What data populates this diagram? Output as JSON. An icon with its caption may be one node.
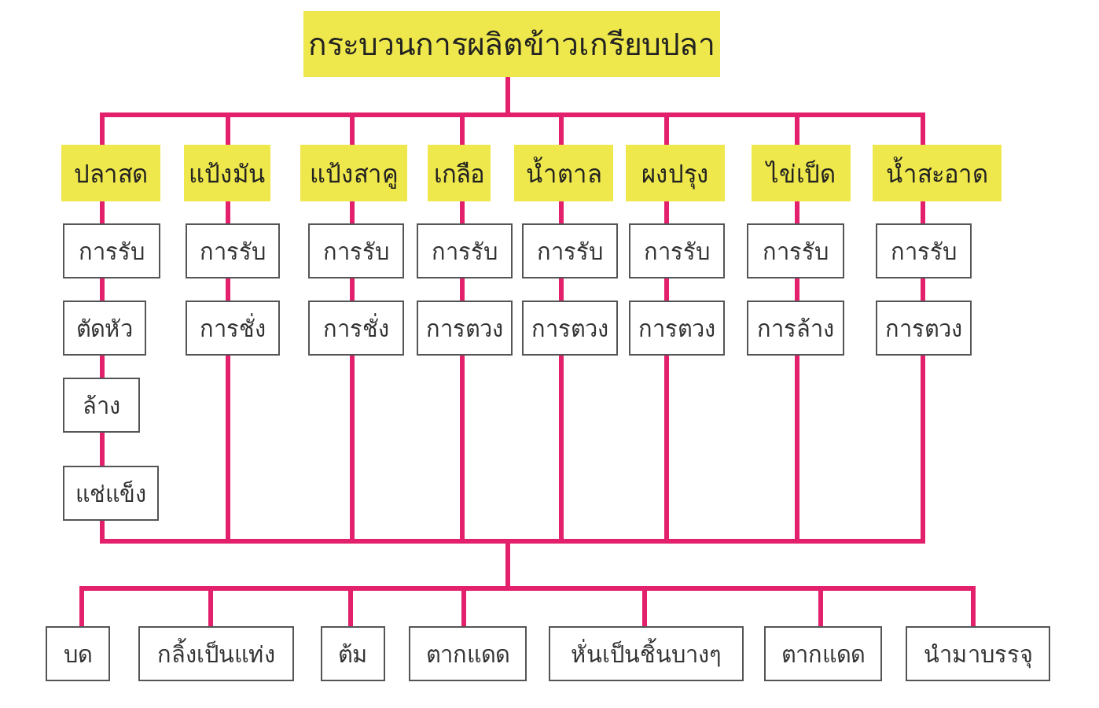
{
  "diagram": {
    "nodes": [
      {
        "text": [
          "กระบวนการผลิตข้าวเกรียบปลา"
        ]
      },
      {
        "text": [
          "ปลาสด"
        ]
      },
      {
        "text": [
          "แป้งมัน"
        ]
      },
      {
        "text": [
          "แป้งสาคู"
        ]
      },
      {
        "text": [
          "เกลือ"
        ]
      },
      {
        "text": [
          "น้ำตาล"
        ]
      },
      {
        "text": [
          "ผงปรุง"
        ]
      },
      {
        "text": [
          "ไข่เป็ด"
        ]
      },
      {
        "text": [
          "น้ำสะอาด"
        ]
      },
      {
        "text": [
          "การรับ"
        ]
      },
      {
        "text": [
          "การรับ"
        ]
      },
      {
        "text": [
          "การรับ"
        ]
      },
      {
        "text": [
          "การรับ"
        ]
      },
      {
        "text": [
          "การรับ"
        ]
      },
      {
        "text": [
          "การรับ"
        ]
      },
      {
        "text": [
          "การรับ"
        ]
      },
      {
        "text": [
          "การรับ"
        ]
      },
      {
        "text": [
          "ตัดหัว"
        ]
      },
      {
        "text": [
          "การชั่ง"
        ]
      },
      {
        "text": [
          "การชั่ง"
        ]
      },
      {
        "text": [
          "การตวง"
        ]
      },
      {
        "text": [
          "การตวง"
        ]
      },
      {
        "text": [
          "การตวง"
        ]
      },
      {
        "text": [
          "การล้าง"
        ]
      },
      {
        "text": [
          "การตวง"
        ]
      },
      {
        "text": [
          "ล้าง"
        ]
      },
      {
        "text": [
          "แช่แข็ง"
        ]
      },
      {
        "text": [
          "บด"
        ]
      },
      {
        "text": [
          "กลิ้งเป็นแท่ง"
        ]
      },
      {
        "text": [
          "ต้ม"
        ]
      },
      {
        "text": [
          "ตากแดด"
        ]
      },
      {
        "text": [
          "หั่นเป็นชิ้นบางๆ"
        ]
      },
      {
        "text": [
          "ตากแดด"
        ]
      },
      {
        "text": [
          "นำมาบรรจุ"
        ]
      }
    ],
    "edges": [
      {
        "from": 0,
        "to": 1,
        "arrow": "none"
      },
      {
        "from": 0,
        "to": 2,
        "arrow": "none"
      },
      {
        "from": 0,
        "to": 3,
        "arrow": "none"
      },
      {
        "from": 0,
        "to": 4,
        "arrow": "none"
      },
      {
        "from": 0,
        "to": 5,
        "arrow": "none"
      },
      {
        "from": 0,
        "to": 6,
        "arrow": "none"
      },
      {
        "from": 0,
        "to": 7,
        "arrow": "none"
      },
      {
        "from": 0,
        "to": 8,
        "arrow": "none"
      },
      {
        "from": 1,
        "to": 9,
        "arrow": "none"
      },
      {
        "from": 9,
        "to": 17,
        "arrow": "none"
      },
      {
        "from": 17,
        "to": 25,
        "arrow": "none"
      },
      {
        "from": 25,
        "to": 26,
        "arrow": "none"
      },
      {
        "from": 2,
        "to": 10,
        "arrow": "none"
      },
      {
        "from": 10,
        "to": 18,
        "arrow": "none"
      },
      {
        "from": 3,
        "to": 11,
        "arrow": "none"
      },
      {
        "from": 11,
        "to": 19,
        "arrow": "none"
      },
      {
        "from": 4,
        "to": 12,
        "arrow": "none"
      },
      {
        "from": 12,
        "to": 20,
        "arrow": "none"
      },
      {
        "from": 5,
        "to": 13,
        "arrow": "none"
      },
      {
        "from": 13,
        "to": 21,
        "arrow": "none"
      },
      {
        "from": 6,
        "to": 14,
        "arrow": "none"
      },
      {
        "from": 14,
        "to": 22,
        "arrow": "none"
      },
      {
        "from": 7,
        "to": 15,
        "arrow": "none"
      },
      {
        "from": 15,
        "to": 23,
        "arrow": "none"
      },
      {
        "from": 8,
        "to": 16,
        "arrow": "none"
      },
      {
        "from": 16,
        "to": 24,
        "arrow": "none"
      },
      {
        "from": 26,
        "to": 27,
        "arrow": "none"
      },
      {
        "from": 26,
        "to": 28,
        "arrow": "none"
      },
      {
        "from": 26,
        "to": 29,
        "arrow": "none"
      },
      {
        "from": 26,
        "to": 30,
        "arrow": "none"
      },
      {
        "from": 26,
        "to": 31,
        "arrow": "none"
      },
      {
        "from": 26,
        "to": 32,
        "arrow": "none"
      },
      {
        "from": 26,
        "to": 33,
        "arrow": "none"
      },
      {
        "from": 18,
        "to": 27,
        "arrow": "none"
      },
      {
        "from": 18,
        "to": 28,
        "arrow": "none"
      },
      {
        "from": 18,
        "to": 29,
        "arrow": "none"
      },
      {
        "from": 18,
        "to": 30,
        "arrow": "none"
      },
      {
        "from": 18,
        "to": 31,
        "arrow": "none"
      },
      {
        "from": 18,
        "to": 32,
        "arrow": "none"
      },
      {
        "from": 18,
        "to": 33,
        "arrow": "none"
      },
      {
        "from": 19,
        "to": 27,
        "arrow": "none"
      },
      {
        "from": 19,
        "to": 28,
        "arrow": "none"
      },
      {
        "from": 19,
        "to": 29,
        "arrow": "none"
      },
      {
        "from": 19,
        "to": 30,
        "arrow": "none"
      },
      {
        "from": 19,
        "to": 31,
        "arrow": "none"
      },
      {
        "from": 19,
        "to": 32,
        "arrow": "none"
      },
      {
        "from": 19,
        "to": 33,
        "arrow": "none"
      },
      {
        "from": 20,
        "to": 27,
        "arrow": "none"
      },
      {
        "from": 20,
        "to": 28,
        "arrow": "none"
      },
      {
        "from": 20,
        "to": 29,
        "arrow": "none"
      },
      {
        "from": 20,
        "to": 30,
        "arrow": "none"
      },
      {
        "from": 20,
        "to": 31,
        "arrow": "none"
      },
      {
        "from": 20,
        "to": 32,
        "arrow": "none"
      },
      {
        "from": 20,
        "to": 33,
        "arrow": "none"
      },
      {
        "from": 21,
        "to": 27,
        "arrow": "none"
      },
      {
        "from": 21,
        "to": 28,
        "arrow": "none"
      },
      {
        "from": 21,
        "to": 29,
        "arrow": "none"
      },
      {
        "from": 21,
        "to": 30,
        "arrow": "none"
      },
      {
        "from": 21,
        "to": 31,
        "arrow": "none"
      },
      {
        "from": 21,
        "to": 32,
        "arrow": "none"
      },
      {
        "from": 21,
        "to": 33,
        "arrow": "none"
      },
      {
        "from": 22,
        "to": 27,
        "arrow": "none"
      },
      {
        "from": 22,
        "to": 28,
        "arrow": "none"
      },
      {
        "from": 22,
        "to": 29,
        "arrow": "none"
      },
      {
        "from": 22,
        "to": 30,
        "arrow": "none"
      },
      {
        "from": 22,
        "to": 31,
        "arrow": "none"
      },
      {
        "from": 22,
        "to": 32,
        "arrow": "none"
      },
      {
        "from": 22,
        "to": 33,
        "arrow": "none"
      },
      {
        "from": 23,
        "to": 27,
        "arrow": "none"
      },
      {
        "from": 23,
        "to": 28,
        "arrow": "none"
      },
      {
        "from": 23,
        "to": 29,
        "arrow": "none"
      },
      {
        "from": 23,
        "to": 30,
        "arrow": "none"
      },
      {
        "from": 23,
        "to": 31,
        "arrow": "none"
      },
      {
        "from": 23,
        "to": 32,
        "arrow": "none"
      },
      {
        "from": 23,
        "to": 33,
        "arrow": "none"
      },
      {
        "from": 24,
        "to": 27,
        "arrow": "none"
      },
      {
        "from": 24,
        "to": 28,
        "arrow": "none"
      },
      {
        "from": 24,
        "to": 29,
        "arrow": "none"
      },
      {
        "from": 24,
        "to": 30,
        "arrow": "none"
      },
      {
        "from": 24,
        "to": 31,
        "arrow": "none"
      },
      {
        "from": 24,
        "to": 32,
        "arrow": "none"
      },
      {
        "from": 24,
        "to": 33,
        "arrow": "none"
      }
    ]
  }
}
